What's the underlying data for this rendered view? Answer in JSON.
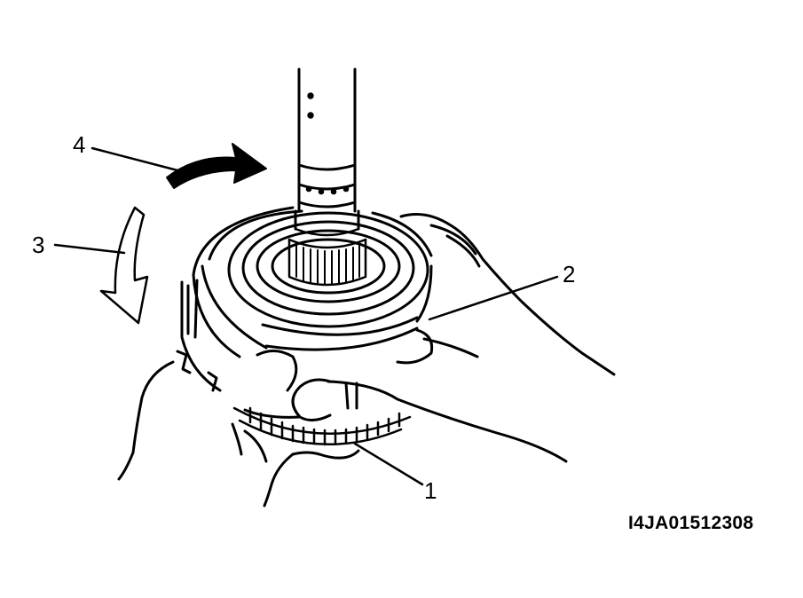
{
  "callouts": [
    {
      "number": "1",
      "part": "lower gear ring"
    },
    {
      "number": "2",
      "part": "clutch drum assembly"
    },
    {
      "number": "3",
      "part": "counter-clockwise rotation arrow"
    },
    {
      "number": "4",
      "part": "clockwise rotation arrow"
    }
  ],
  "figure_id": "I4JA01512308",
  "colors": {
    "ink": "#000000",
    "paper": "#ffffff"
  }
}
